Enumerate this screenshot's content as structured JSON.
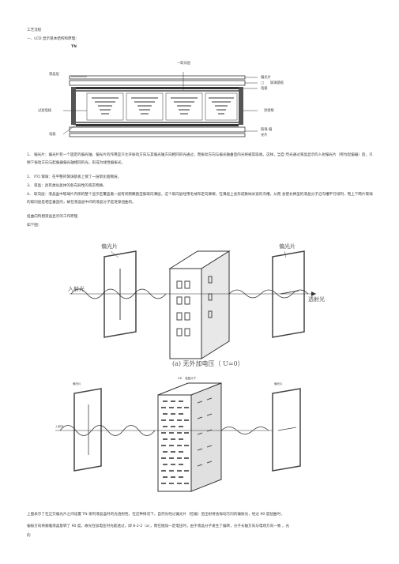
{
  "header": {
    "title": "工艺流程",
    "section1": "一、LCD 显示基本结构和原理：",
    "tn": "TN"
  },
  "figure1": {
    "labels": {
      "orientation_layer": "一取向层",
      "liquid_crystal_layer": "液晶层",
      "polarizer": "偏光片",
      "glass_substrate": "玻璃基板",
      "electrode_top": "电极",
      "spacer": "过滤电极",
      "sealant": "封接框",
      "electrode_bottom": "电极",
      "glass_bottom": "玻璃 偏",
      "polarizer_bottom": "光片"
    },
    "checkbox_mark": "□"
  },
  "body": {
    "item1": "1、 偏光片：偏光片有一个固定的偏光轴，偏光片的作用是只允许振动方向与其偏光轴方向相同的光通过，而振动方向与偏光轴垂直的光将被其吸收。这样，当自 然光通过液晶显示的入射偏光片（称为起偏器）后，只剩下振动方向与起偏器偏光轴相同的光，形成为线性偏振光。",
    "item2": "2、 ITO 玻璃：在平整的玻璃基板上镀了一层氧化铟锡层。",
    "item3": "3、 液晶：具有类似晶体的各向异性的液态物质。",
    "item4": "4、 取向层：液晶盒中玻璃片内侧的整个显示区覆盖着一层有机物聚酰亚胺取向薄层，这个取向层经用毛绒布定向摩擦，在薄层上会形成数纳米宽的沟槽，从而 会使长棒型的液晶分子沿沟槽平行排列，而上下两片玻璃的取向层是相互垂直的，故在液晶层中间的液晶分子是逐渐扭曲的。",
    "twist_title": "扭曲向列相液晶显示的工作原理",
    "as_shown": "如下图："
  },
  "figure2": {
    "polarizer_left": "偏光片",
    "polarizer_right": "偏光片",
    "incident": "入射光",
    "transmitted": "透射光",
    "caption": "(a) 无外加电压（ U=0）"
  },
  "figure3": {
    "label_left": "偏光片",
    "label_right": "偏光片",
    "label_center": "液晶分子",
    "label_incident": "入射光",
    "label_center_prefix": "3#"
  },
  "footer": {
    "line1": "上图表示了在正交偏光片之间设置 TN 排列液晶盒时的光透射性，在这种情况下，自然光经过偏光片（检偏）后出射将会振动方向的偏振光，经过 90 度扭曲时，",
    "line2": "偏振方向将顺着液晶旋转了 90 度，故光在加电压时光能透过，即 8-2-2（a），而在施加一定电压时，由于液晶分子发生了偏转，分子长轴方向与电场方向一致 ，光",
    "line3": "的"
  }
}
